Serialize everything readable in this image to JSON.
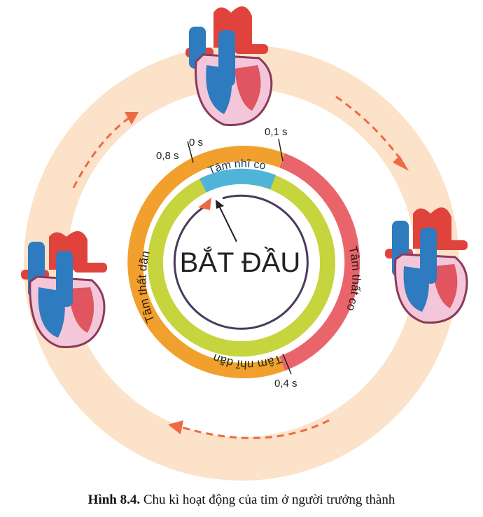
{
  "diagram": {
    "center_label": "BẮT ĐẦU",
    "segments": {
      "atrial_systole": "Tâm nhĩ co",
      "ventricular_systole": "Tâm thất co",
      "atrial_diastole": "Tâm nhĩ dãn",
      "ventricular_diastole": "Tâm thất dãn"
    },
    "times": {
      "t0": "0 s",
      "t01": "0,1 s",
      "t04": "0,4 s",
      "t08": "0,8 s"
    },
    "colors": {
      "band": "#fbe2c8",
      "atrial_systole": "#4fb4d8",
      "ventricular_systole": "#e9646b",
      "atrial_diastole": "#c6d43e",
      "ventricular_diastole": "#f2a02d",
      "arrow": "#ec6b44"
    }
  },
  "caption": {
    "label": "Hình 8.4.",
    "text": "Chu kì hoạt động của tim ở người trưởng thành"
  }
}
